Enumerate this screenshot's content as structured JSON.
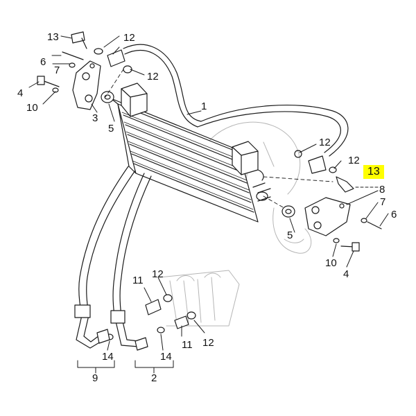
{
  "colors": {
    "line": "#1a1a1a",
    "ghost": "#b5b5b5",
    "highlight": "#ffff00",
    "background": "#ffffff"
  },
  "callouts": {
    "c1": "1",
    "c2": "2",
    "c3": "3",
    "c4_left": "4",
    "c4_right": "4",
    "c5_left": "5",
    "c5_right": "5",
    "c6_left": "6",
    "c6_right": "6",
    "c7_left": "7",
    "c7_right": "7",
    "c8": "8",
    "c9": "9",
    "c10_left": "10",
    "c10_right": "10",
    "c11_top": "11",
    "c11_bottom": "11",
    "c12_a": "12",
    "c12_b": "12",
    "c12_c": "12",
    "c12_d": "12",
    "c12_e": "12",
    "c12_f": "12",
    "c13_top": "13",
    "c13_highlighted": "13",
    "c14_left": "14",
    "c14_right": "14"
  }
}
